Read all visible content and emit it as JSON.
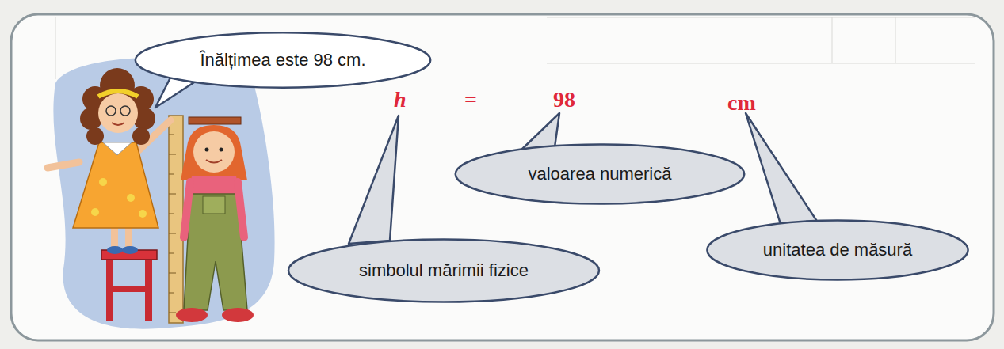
{
  "diagram": {
    "nodes": [
      {
        "text": [
          "Înălțimea este 98 cm."
        ]
      },
      {
        "text": [
          "valoarea numerică"
        ]
      },
      {
        "text": [
          "simbolul mărimii fizice"
        ]
      },
      {
        "text": [
          "unitatea de măsură"
        ]
      }
    ],
    "labels": [
      "h",
      "=",
      "98",
      "cm"
    ]
  }
}
